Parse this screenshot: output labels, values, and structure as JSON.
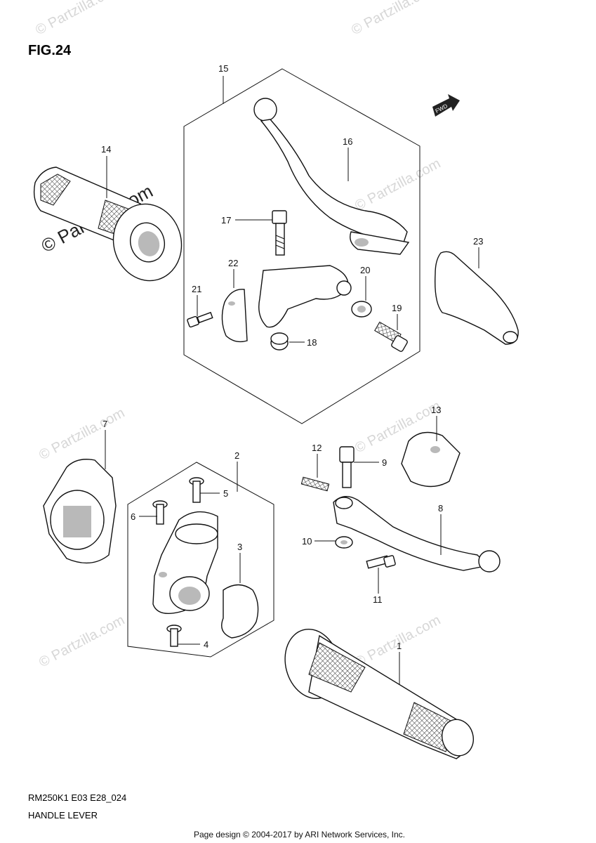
{
  "figure": {
    "title": "FIG.24",
    "model_code": "RM250K1 E03 E28_024",
    "caption": "HANDLE LEVER"
  },
  "watermark": {
    "main": "© Partzilla.com",
    "faint": "© Partzilla.com"
  },
  "fwd_badge": "FWD",
  "callouts": {
    "c1": "1",
    "c2": "2",
    "c3": "3",
    "c4": "4",
    "c5": "5",
    "c6": "6",
    "c7": "7",
    "c8": "8",
    "c9": "9",
    "c10": "10",
    "c11": "11",
    "c12": "12",
    "c13": "13",
    "c14": "14",
    "c15": "15",
    "c16": "16",
    "c17": "17",
    "c18": "18",
    "c19": "19",
    "c20": "20",
    "c21": "21",
    "c22": "22",
    "c23": "23"
  },
  "credit": "Page design © 2004-2017 by ARI Network Services, Inc."
}
